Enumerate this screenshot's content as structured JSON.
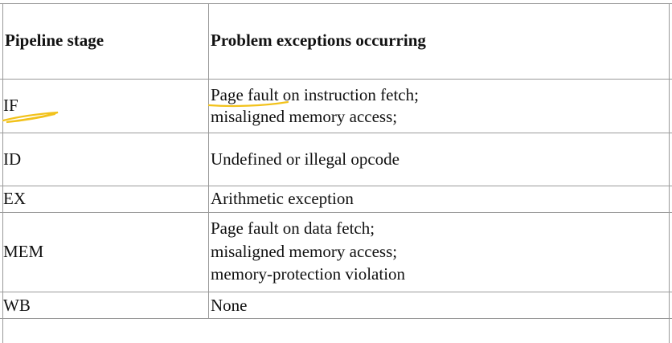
{
  "table": {
    "header": {
      "stage": "Pipeline stage",
      "problem": "Problem exceptions occurring"
    },
    "rows": [
      {
        "stage": "IF",
        "problem_lines": [
          "Page fault on instruction fetch;",
          "misaligned memory access;"
        ]
      },
      {
        "stage": "ID",
        "problem_lines": [
          "Undefined or illegal opcode"
        ]
      },
      {
        "stage": "EX",
        "problem_lines": [
          "Arithmetic exception"
        ]
      },
      {
        "stage": "MEM",
        "problem_lines": [
          "Page fault on data fetch;",
          "misaligned memory access;",
          "memory-protection violation"
        ]
      },
      {
        "stage": "WB",
        "problem_lines": [
          "None"
        ]
      }
    ]
  },
  "annotations": {
    "highlight_color": "#f2c21b",
    "grid_color": "#9a9a9a"
  }
}
